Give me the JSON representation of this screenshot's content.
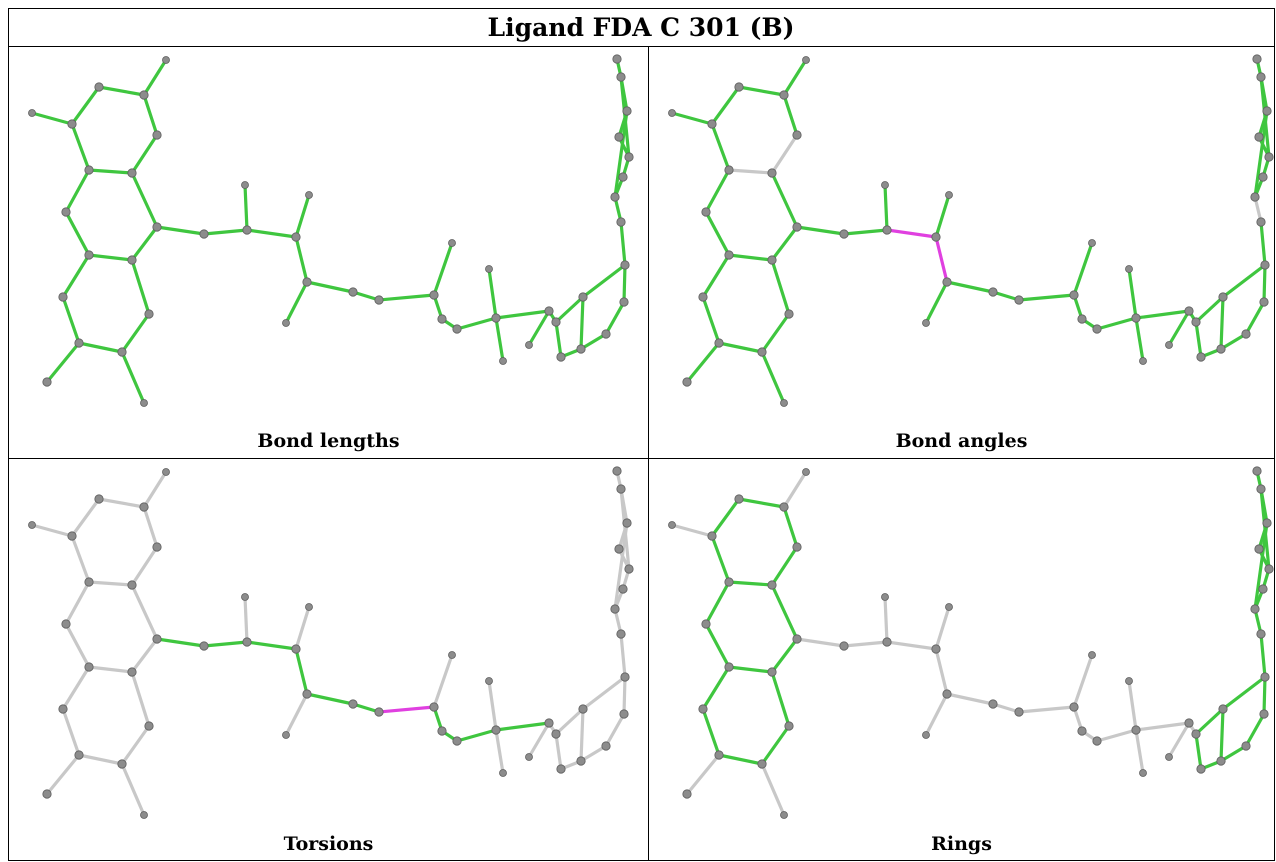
{
  "title": "Ligand FDA C 301 (B)",
  "panels": [
    {
      "id": "lengths",
      "caption": "Bond lengths",
      "highlight": "all",
      "magenta": []
    },
    {
      "id": "angles",
      "caption": "Bond angles",
      "highlight": "all-but-few",
      "magenta": [
        "c2-c3",
        "c3-c4",
        "h3a-h3b"
      ]
    },
    {
      "id": "torsions",
      "caption": "Torsions",
      "highlight": "chain",
      "magenta": [
        "c6-c7"
      ]
    },
    {
      "id": "rings",
      "caption": "Rings",
      "highlight": "rings",
      "magenta": []
    }
  ],
  "colors": {
    "green": "#3fc63f",
    "gray": "#c8c8c8",
    "magenta": "#e040e0",
    "atom": "#8c8c8c",
    "border": "#000000"
  }
}
